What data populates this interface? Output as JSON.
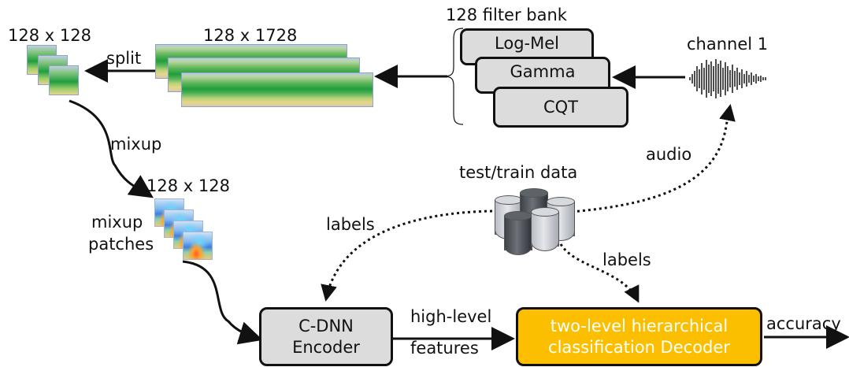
{
  "diagram": {
    "size_top_left": "128 x 128",
    "size_long": "128 x 1728",
    "filter_bank_title": "128 filter bank",
    "filters": [
      "Log-Mel",
      "Gamma",
      "CQT"
    ],
    "channel": "channel 1",
    "split": "split",
    "mixup": "mixup",
    "size_mixup": "128 x 128",
    "mixup_patches": [
      "mixup",
      "patches"
    ],
    "audio": "audio",
    "data_source": "test/train data",
    "labels_left": "labels",
    "labels_right": "labels",
    "encoder": [
      "C-DNN",
      "Encoder"
    ],
    "edge_top": "high-level",
    "edge_bottom": "features",
    "decoder": [
      "two-level hierarchical",
      "classification Decoder"
    ],
    "output": "accuracy"
  },
  "colors": {
    "box_fill": "#dcdcdc",
    "decoder_fill": "#fbbf00",
    "decoder_text": "#ffffff",
    "stroke": "#111111"
  },
  "icons": [
    "spectrogram-icon",
    "waveform-icon",
    "database-icon",
    "mixup-spectrogram-icon"
  ]
}
